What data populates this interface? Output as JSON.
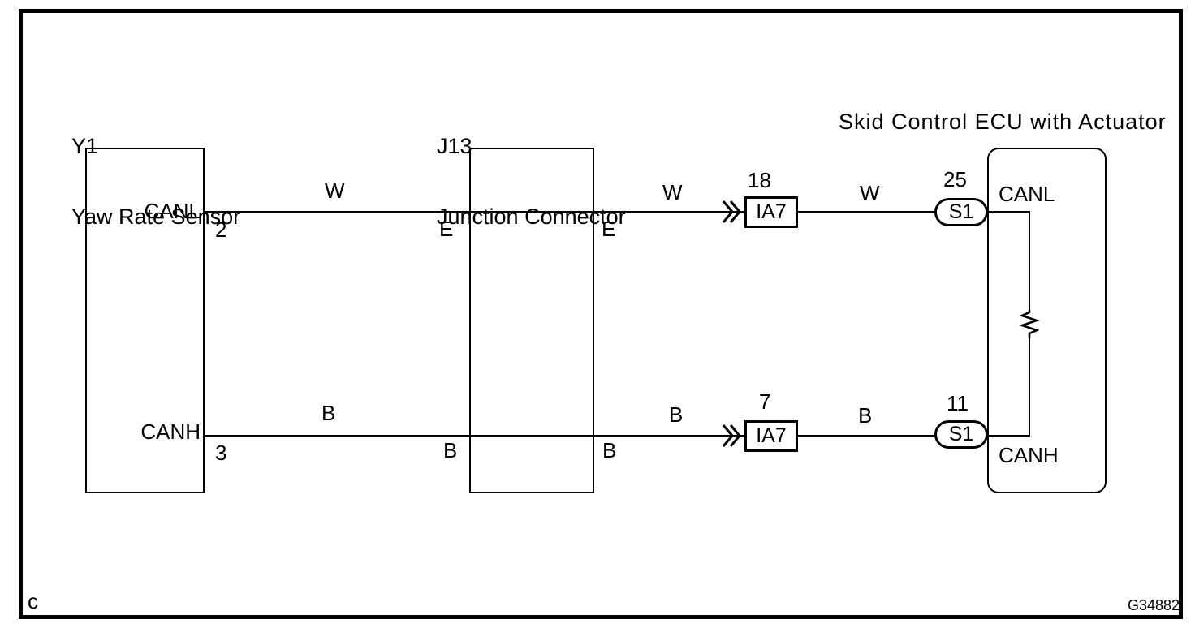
{
  "figure": {
    "corner_mark": "c",
    "code": "G34882"
  },
  "yaw_sensor": {
    "ref": "Y1",
    "name": "Yaw Rate Sensor",
    "canl": {
      "label": "CANL",
      "pin": "2"
    },
    "canh": {
      "label": "CANH",
      "pin": "3"
    }
  },
  "junction": {
    "ref": "J13",
    "name": "Junction Connector",
    "canl": {
      "left_pin": "E",
      "right_pin": "E"
    },
    "canh": {
      "left_pin": "B",
      "right_pin": "B"
    }
  },
  "ecu": {
    "name": "Skid Control ECU with Actuator",
    "canl": {
      "label": "CANL"
    },
    "canh": {
      "label": "CANH"
    }
  },
  "canl_wire": {
    "color_segment_1": "W",
    "color_segment_2": "W",
    "color_segment_3": "W",
    "ia7": {
      "pin": "18",
      "label": "IA7"
    },
    "s1": {
      "pin": "25",
      "label": "S1"
    }
  },
  "canh_wire": {
    "color_segment_1": "B",
    "color_segment_2": "B",
    "color_segment_3": "B",
    "ia7": {
      "pin": "7",
      "label": "IA7"
    },
    "s1": {
      "pin": "11",
      "label": "S1"
    }
  }
}
